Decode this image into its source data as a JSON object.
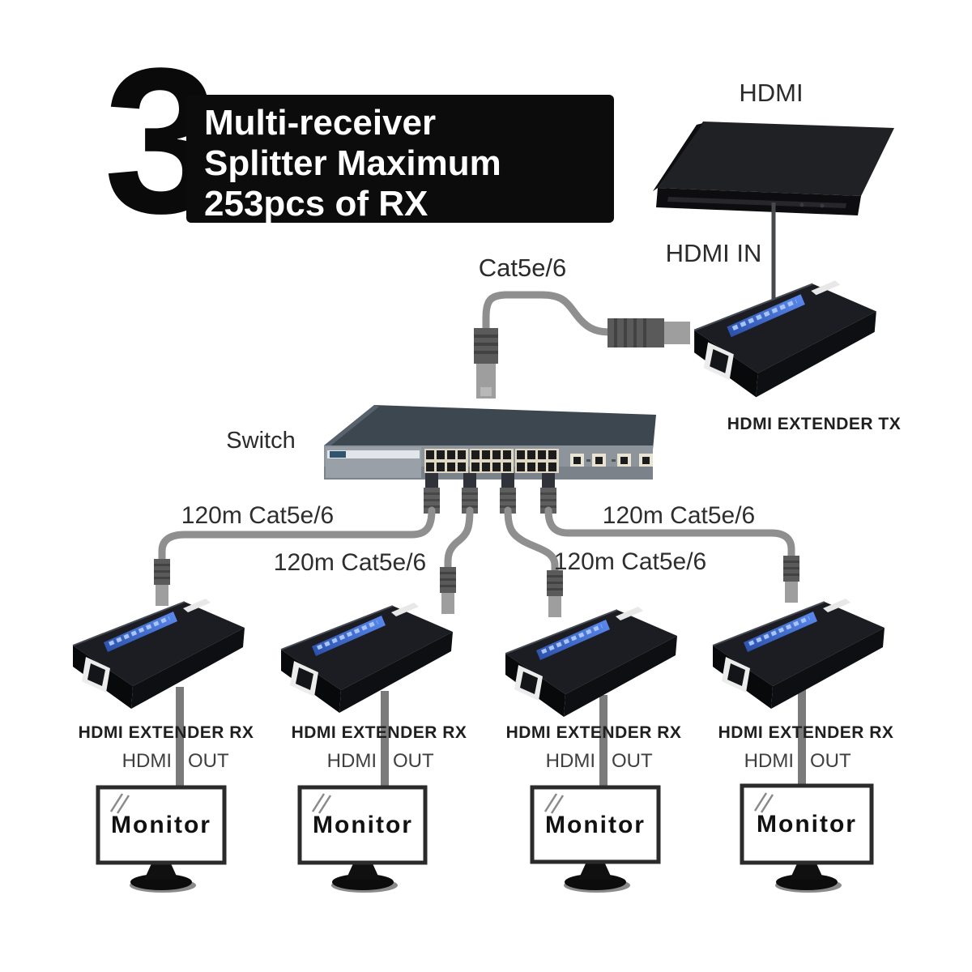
{
  "badge": {
    "number": "3",
    "lines": [
      "Multi-receiver",
      "Splitter Maximum",
      "253pcs of RX"
    ]
  },
  "labels": {
    "hdmi_source": "HDMI",
    "hdmi_in": "HDMI IN",
    "tx_label": "HDMI EXTENDER TX",
    "cat5": "Cat5e/6",
    "switch": "Switch"
  },
  "chains": [
    {
      "cable_label": "120m Cat5e/6",
      "rx_label": "HDMI EXTENDER RX",
      "port_left": "HDMI",
      "port_right": "OUT",
      "monitor": "Monitor"
    },
    {
      "cable_label": "120m Cat5e/6",
      "rx_label": "HDMI EXTENDER RX",
      "port_left": "HDMI",
      "port_right": "OUT",
      "monitor": "Monitor"
    },
    {
      "cable_label": "120m Cat5e/6",
      "rx_label": "HDMI EXTENDER RX",
      "port_left": "HDMI",
      "port_right": "OUT",
      "monitor": "Monitor"
    },
    {
      "cable_label": "120m Cat5e/6",
      "rx_label": "HDMI EXTENDER RX",
      "port_left": "HDMI",
      "port_right": "OUT",
      "monitor": "Monitor"
    }
  ],
  "colors": {
    "banner_bg": "#0c0c0c",
    "device_black": "#1b1d22",
    "stripe_blue": "#3b66c4",
    "cable_gray": "#8f8f8f",
    "switch_top": "#3d4750",
    "switch_front": "#8d949c",
    "monitor_border": "#2b2b2b"
  }
}
